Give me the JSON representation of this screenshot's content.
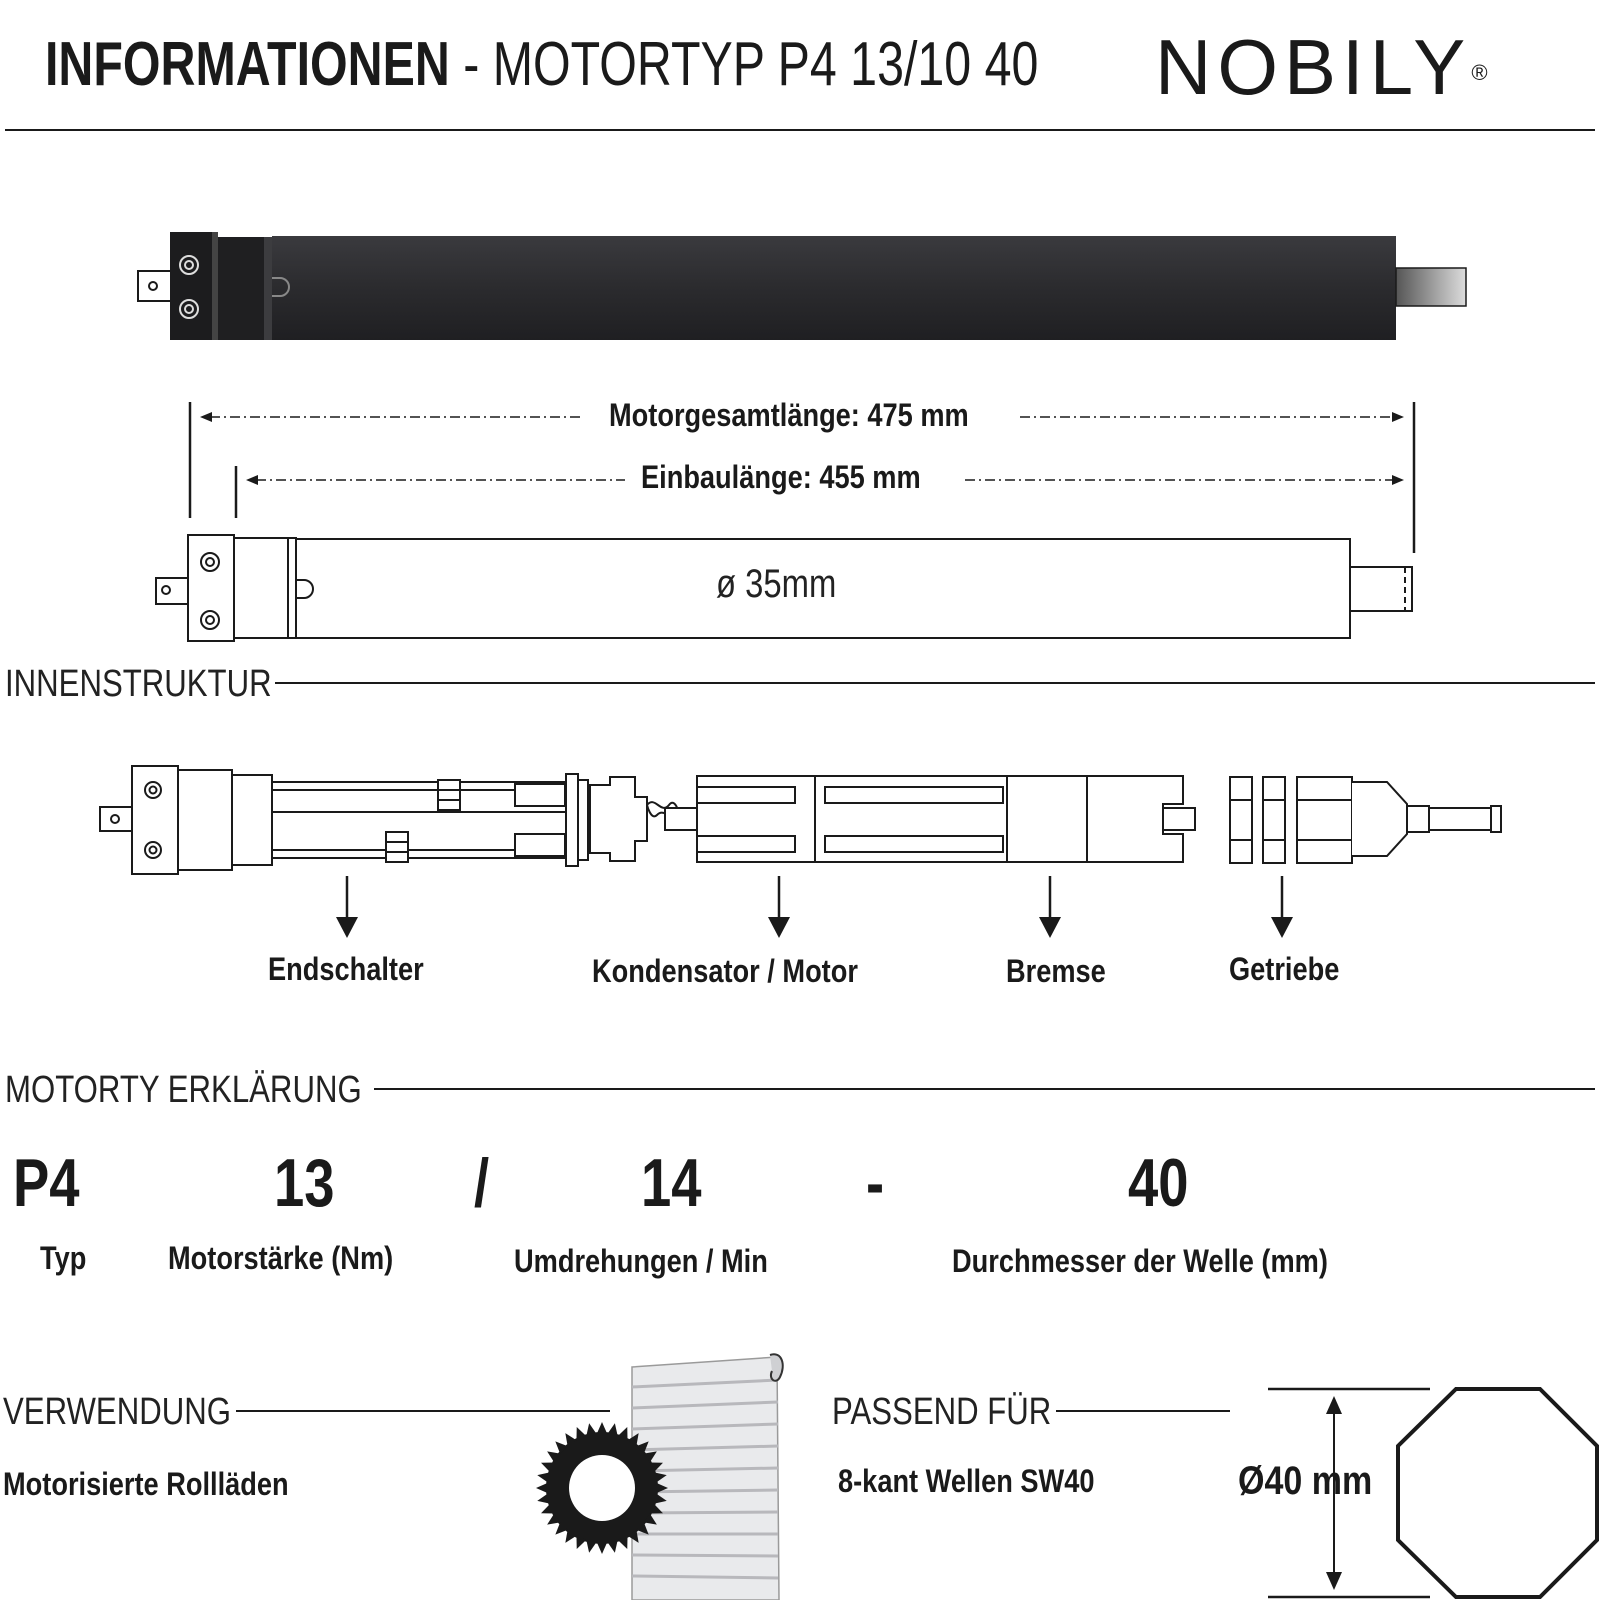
{
  "header": {
    "title_bold": "INFORMATIONEN",
    "title_light": " - MOTORTYP P4 13/10 40",
    "brand": "NOBILY",
    "brand_mark": "®"
  },
  "dimensions": {
    "total_length": "Motorgesamtlänge: 475 mm",
    "install_length": "Einbaulänge: 455 mm",
    "diameter": "ø 35mm"
  },
  "inner_structure": {
    "title": "INNENSTRUKTUR",
    "components": [
      "Endschalter",
      "Kondensator / Motor",
      "Bremse",
      "Getriebe"
    ]
  },
  "motor_type": {
    "title": "MOTORTY ERKLÄRUNG",
    "codes": [
      "P4",
      "13",
      "/",
      "14",
      "-",
      "40"
    ],
    "labels": [
      "Typ",
      "Motorstärke (Nm)",
      "Umdrehungen / Min",
      "Durchmesser der Welle (mm)"
    ]
  },
  "usage": {
    "title": "VERWENDUNG",
    "value": "Motorisierte Rollläden"
  },
  "fits": {
    "title": "PASSEND FÜR",
    "value": "8-kant Wellen SW40",
    "diameter": "Ø40 mm"
  },
  "colors": {
    "motor_body": "#2b2b2e",
    "line": "#1a1a1a"
  }
}
